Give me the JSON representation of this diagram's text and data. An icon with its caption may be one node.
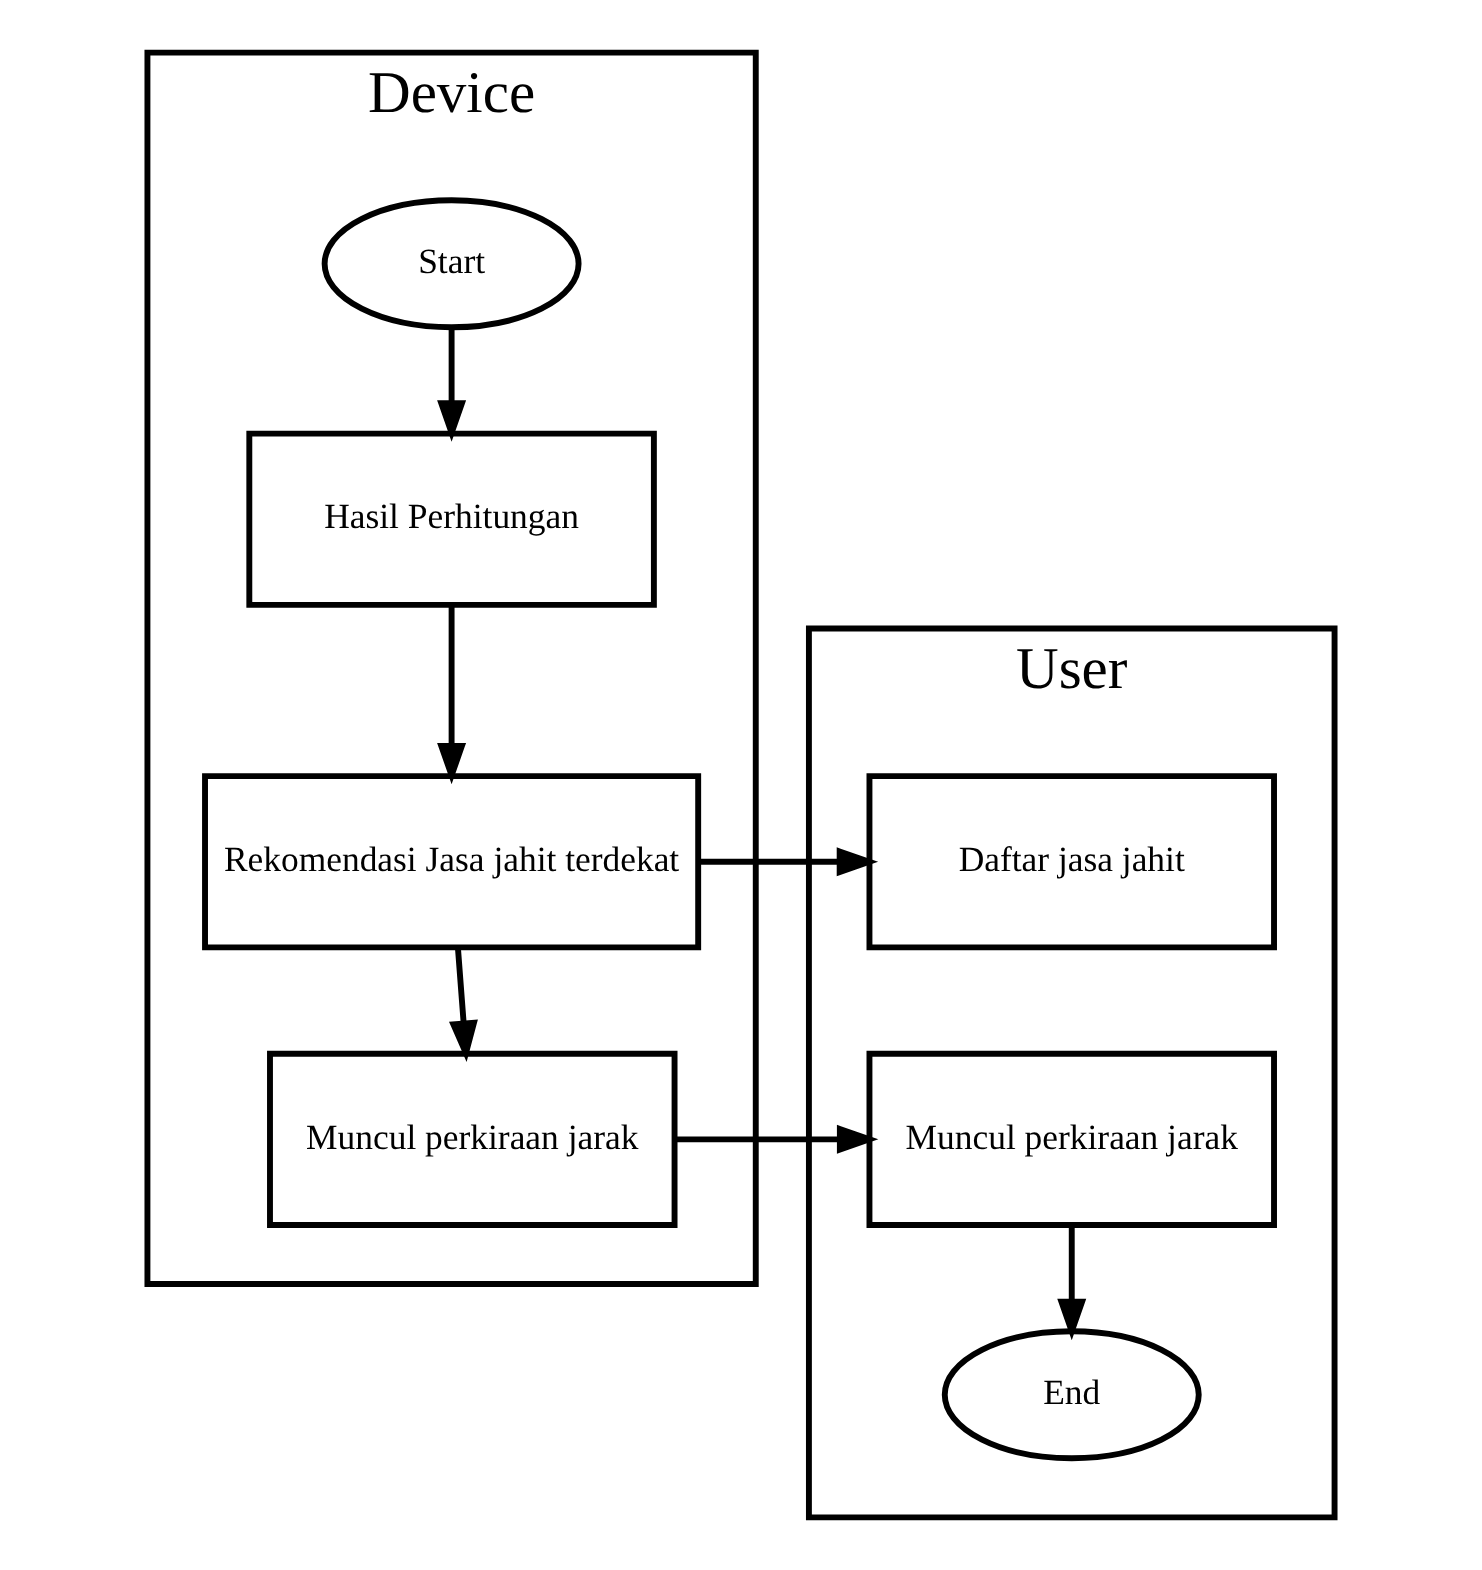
{
  "diagram": {
    "nodes": [
      {
        "text": [
          "Device"
        ]
      },
      {
        "text": [
          "User"
        ]
      },
      {
        "text": [
          "Start"
        ],
        "in": 0
      },
      {
        "text": [
          "Hasil Perhitungan"
        ],
        "in": 0
      },
      {
        "text": [
          "Rekomendasi Jasa jahit terdekat"
        ],
        "in": 0
      },
      {
        "text": [
          "Muncul perkiraan jarak"
        ],
        "in": 0
      },
      {
        "text": [
          "Daftar jasa jahit"
        ],
        "in": 1
      },
      {
        "text": [
          "Muncul perkiraan jarak"
        ],
        "in": 1
      },
      {
        "text": [
          "End"
        ],
        "in": 1
      }
    ],
    "edges": [
      {
        "from": 2,
        "to": 3,
        "arrow": "to"
      },
      {
        "from": 3,
        "to": 4,
        "arrow": "to"
      },
      {
        "from": 4,
        "to": 5,
        "arrow": "to"
      },
      {
        "from": 4,
        "to": 6,
        "arrow": "to"
      },
      {
        "from": 5,
        "to": 7,
        "arrow": "to"
      },
      {
        "from": 7,
        "to": 8,
        "arrow": "to"
      }
    ]
  }
}
